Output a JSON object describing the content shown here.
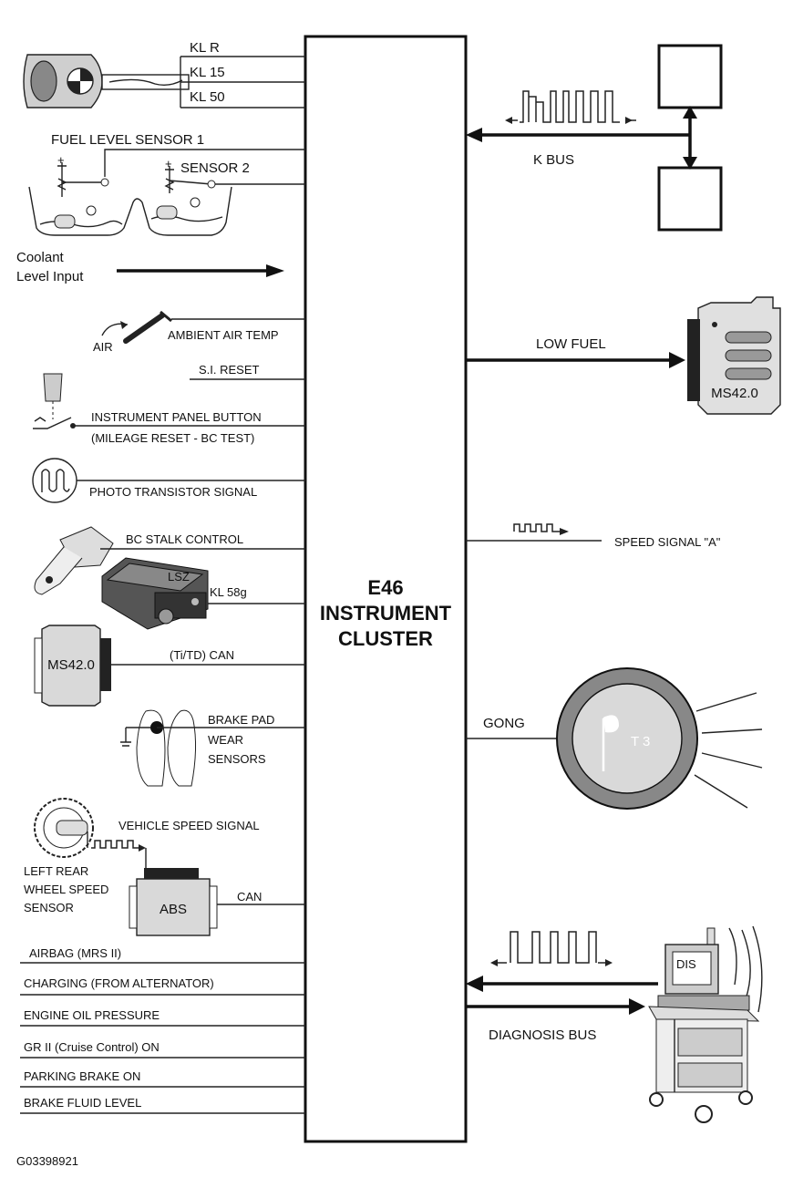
{
  "cluster": {
    "line1": "E46",
    "line2": "INSTRUMENT",
    "line3": "CLUSTER"
  },
  "inputs": {
    "kl_r": "KL R",
    "kl_15": "KL 15",
    "kl_50": "KL 50",
    "fuel_sensor_1": "FUEL LEVEL SENSOR 1",
    "sensor_2": "SENSOR 2",
    "coolant_1": "Coolant",
    "coolant_2": "Level Input",
    "air": "AIR",
    "ambient": "AMBIENT AIR TEMP",
    "si_reset": "S.I. RESET",
    "ip_button": "INSTRUMENT PANEL BUTTON",
    "ip_button_sub": "(MILEAGE RESET - BC TEST)",
    "photo": "PHOTO TRANSISTOR SIGNAL",
    "bc_stalk": "BC STALK CONTROL",
    "lsz": "LSZ",
    "kl58g": "KL 58g",
    "ms42_left": "MS42.0",
    "titd_can": "(Ti/TD) CAN",
    "brake_pad_1": "BRAKE PAD",
    "brake_pad_2": "WEAR",
    "brake_pad_3": "SENSORS",
    "vss": "VEHICLE SPEED SIGNAL",
    "lrw_1": "LEFT REAR",
    "lrw_2": "WHEEL SPEED",
    "lrw_3": "SENSOR",
    "abs": "ABS",
    "can": "CAN",
    "airbag": "AIRBAG (MRS II)",
    "charging": "CHARGING (FROM ALTERNATOR)",
    "oil": "ENGINE OIL PRESSURE",
    "cruise": "GR II (Cruise Control) ON",
    "parking": "PARKING BRAKE ON",
    "brake_fluid": "BRAKE FLUID LEVEL"
  },
  "outputs": {
    "kbus": "K BUS",
    "low_fuel": "LOW FUEL",
    "ms42_right": "MS42.0",
    "speed_a": "SPEED SIGNAL \"A\"",
    "gong": "GONG",
    "t3": "T 3",
    "diagnosis": "DIAGNOSIS BUS",
    "dis": "DIS"
  },
  "figure_id": "G03398921"
}
